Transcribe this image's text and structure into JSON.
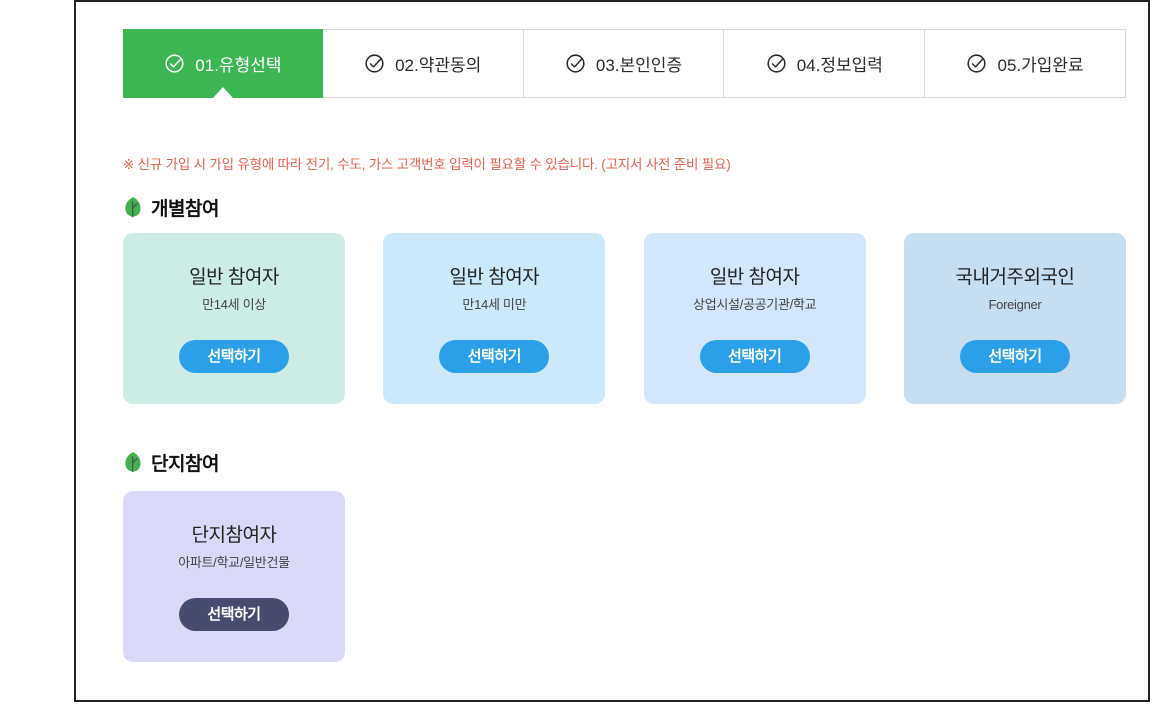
{
  "steps": [
    {
      "label": "01.유형선택",
      "active": true
    },
    {
      "label": "02.약관동의",
      "active": false
    },
    {
      "label": "03.본인인증",
      "active": false
    },
    {
      "label": "04.정보입력",
      "active": false
    },
    {
      "label": "05.가입완료",
      "active": false
    }
  ],
  "notice": "※ 신규 가입 시 가입 유형에 따라 전기, 수도, 가스 고객번호 입력이 필요할 수 있습니다. (고지서 사전 준비 필요)",
  "sections": [
    {
      "title": "개별참여",
      "cards": [
        {
          "title": "일반 참여자",
          "subtitle": "만14세 이상",
          "button": "선택하기",
          "bg": "#cdece5",
          "button_bg": "#2ba0e8"
        },
        {
          "title": "일반 참여자",
          "subtitle": "만14세 미만",
          "button": "선택하기",
          "bg": "#cce9fb",
          "button_bg": "#2ba0e8"
        },
        {
          "title": "일반 참여자",
          "subtitle": "상업시설/공공기관/학교",
          "button": "선택하기",
          "bg": "#d3e6fb",
          "button_bg": "#2ba0e8"
        },
        {
          "title": "국내거주외국인",
          "subtitle": "Foreigner",
          "button": "선택하기",
          "bg": "#c7ddf0",
          "button_bg": "#2ba0e8"
        }
      ]
    },
    {
      "title": "단지참여",
      "cards": [
        {
          "title": "단지참여자",
          "subtitle": "아파트/학교/일반건물",
          "button": "선택하기",
          "bg": "#dadaf8",
          "button_bg": "#474b70"
        }
      ]
    }
  ],
  "icons": {
    "step_check": "check-circle-icon",
    "section_leaf": "leaf-icon"
  },
  "colors": {
    "active_tab_bg": "#3cb653",
    "active_tab_text": "#ffffff",
    "inactive_tab_text": "#2b2b2b",
    "tab_border": "#d8d8d8",
    "notice_text": "#e8604c",
    "frame_border": "#222222",
    "select_button_blue": "#2ba0e8",
    "select_button_navy": "#474b70",
    "leaf_green": "#44b04f"
  }
}
